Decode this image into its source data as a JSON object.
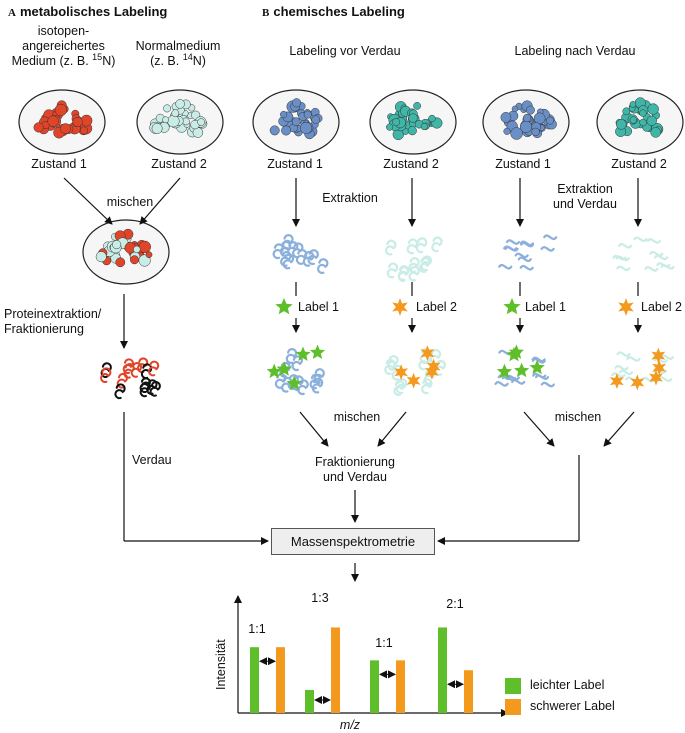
{
  "panel_a": {
    "tag": "A",
    "title": "metabolisches Labeling",
    "isotope_label_line1": "isotopen-",
    "isotope_label_line2": "angereichertes",
    "isotope_label_line3_pre": "Medium (z. B. ",
    "isotope_label_line3_sup": "15",
    "isotope_label_line3_post": "N)",
    "normal_label_line1": "Normalmedium",
    "normal_label_line2_pre": "(z. B. ",
    "normal_label_line2_sup": "14",
    "normal_label_line2_post": "N)",
    "state1": "Zustand 1",
    "state2": "Zustand 2",
    "mix": "mischen",
    "extraction_line1": "Proteinextraktion/",
    "extraction_line2": "Fraktionierung",
    "digest": "Verdau"
  },
  "panel_b": {
    "tag": "B",
    "title": "chemisches Labeling",
    "before": {
      "title": "Labeling vor Verdau",
      "state1": "Zustand 1",
      "state2": "Zustand 2",
      "step": "Extraktion",
      "label1": "Label 1",
      "label2": "Label 2",
      "mix": "mischen",
      "fraction_line1": "Fraktionierung",
      "fraction_line2": "und Verdau"
    },
    "after": {
      "title": "Labeling nach Verdau",
      "state1": "Zustand 1",
      "state2": "Zustand 2",
      "step_line1": "Extraktion",
      "step_line2": "und Verdau",
      "label1": "Label 1",
      "label2": "Label 2",
      "mix": "mischen"
    }
  },
  "ms": {
    "label": "Massenspektrometrie"
  },
  "colors": {
    "heavy_red": "#e0452a",
    "light_mint": "#c9ece6",
    "blue": "#6a8fc6",
    "teal": "#3fb6a8",
    "green_label": "#5fbf2a",
    "orange_label": "#f39a1e"
  },
  "chart_data": {
    "type": "bar",
    "xlabel": "m/z",
    "ylabel": "Intensität",
    "groups": [
      {
        "ratio": "1:1",
        "light": 1.0,
        "heavy": 1.0
      },
      {
        "ratio": "1:3",
        "light": 0.35,
        "heavy": 1.3
      },
      {
        "ratio": "1:1",
        "light": 0.8,
        "heavy": 0.8
      },
      {
        "ratio": "2:1",
        "light": 1.3,
        "heavy": 0.65
      }
    ],
    "ylim": [
      0,
      1.6
    ],
    "legend": [
      {
        "name": "leichter Label",
        "color": "#5fbf2a"
      },
      {
        "name": "schwerer Label",
        "color": "#f39a1e"
      }
    ],
    "legend_position": "right"
  }
}
